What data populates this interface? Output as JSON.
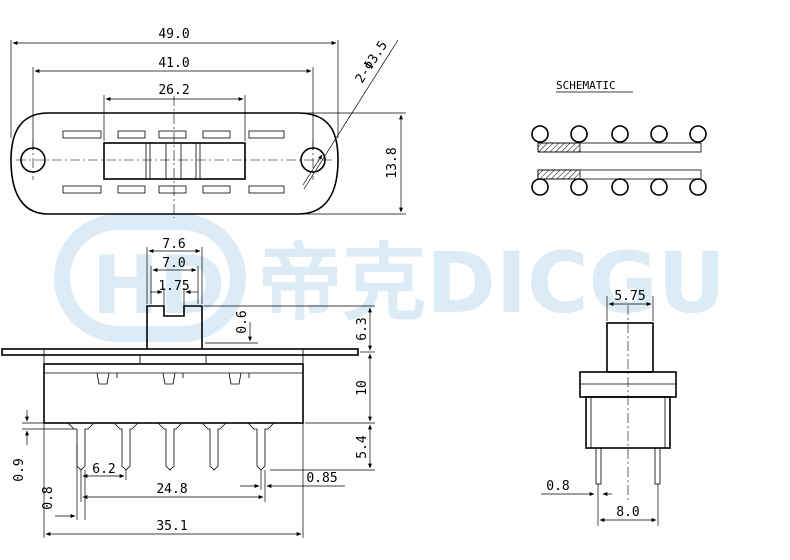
{
  "watermark": {
    "text": "帝克DICGU",
    "logo": "HD"
  },
  "schematic": {
    "label": "SCHEMATIC"
  },
  "top_view": {
    "dims": {
      "overall_length": "49.0",
      "mount_spacing": "41.0",
      "slot_span": "26.2",
      "height": "13.8",
      "hole_diameter": "2-Φ3.5"
    }
  },
  "front_view": {
    "dims": {
      "actuator_width_outer": "7.6",
      "actuator_width_inner": "7.0",
      "actuator_slot": "1.75",
      "actuator_step": "0.6",
      "actuator_height": "6.3",
      "body_height": "10",
      "pin_length": "5.4",
      "pin_pitch": "6.2",
      "pin_span": "24.8",
      "pin_thickness": "0.85",
      "body_length": "35.1",
      "pin_offset": "0.9",
      "pin_width": "0.8"
    }
  },
  "side_view": {
    "dims": {
      "actuator_width": "5.75",
      "pin_width": "0.8",
      "pin_spacing": "8.0"
    }
  }
}
